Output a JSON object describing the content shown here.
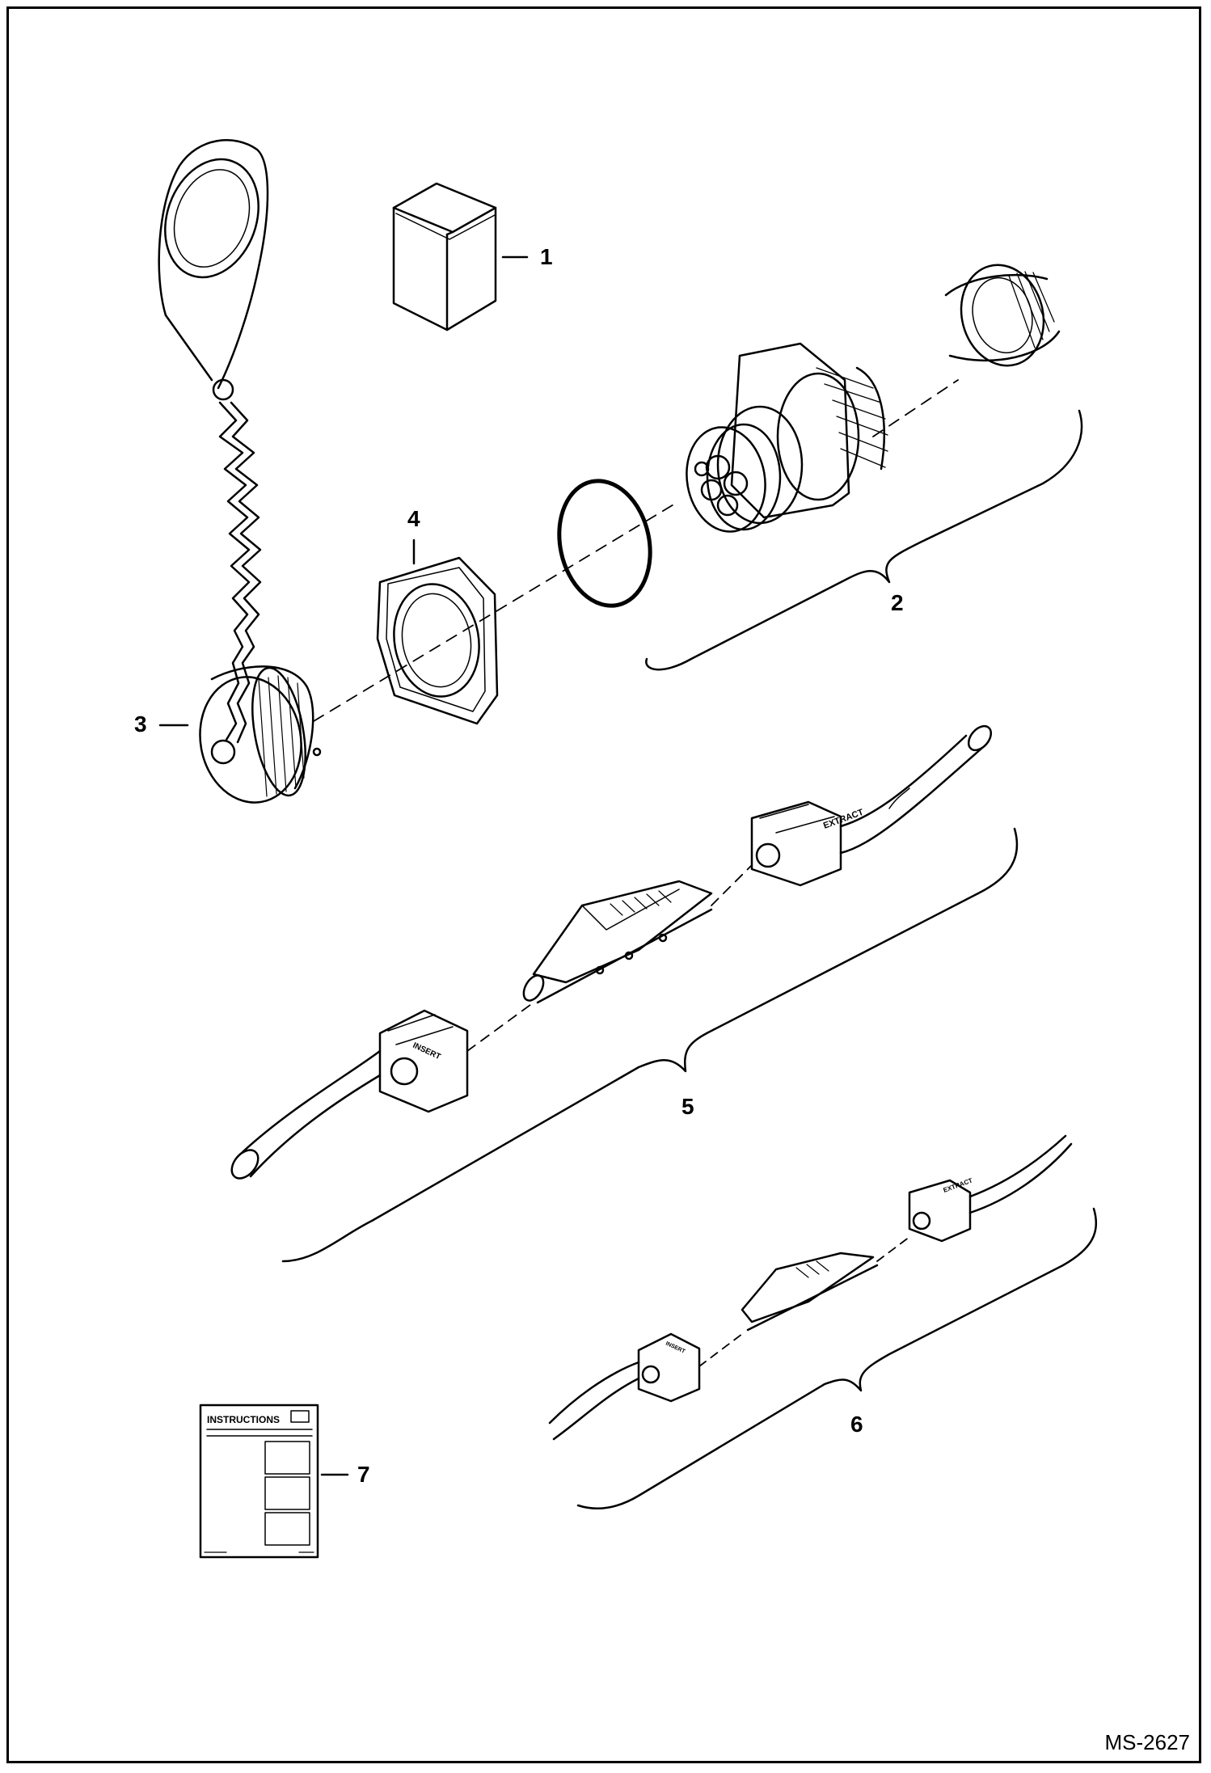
{
  "callouts": {
    "item1": "1",
    "item2": "2",
    "item3": "3",
    "item4": "4",
    "item5": "5",
    "item6": "6",
    "item7": "7"
  },
  "sheet_title": "INSTRUCTIONS",
  "tool_labels": {
    "extract": "EXTRACT",
    "insert": "INSERT"
  },
  "drawing_id": "MS-2627",
  "colors": {
    "line": "#000000",
    "background": "#ffffff"
  }
}
